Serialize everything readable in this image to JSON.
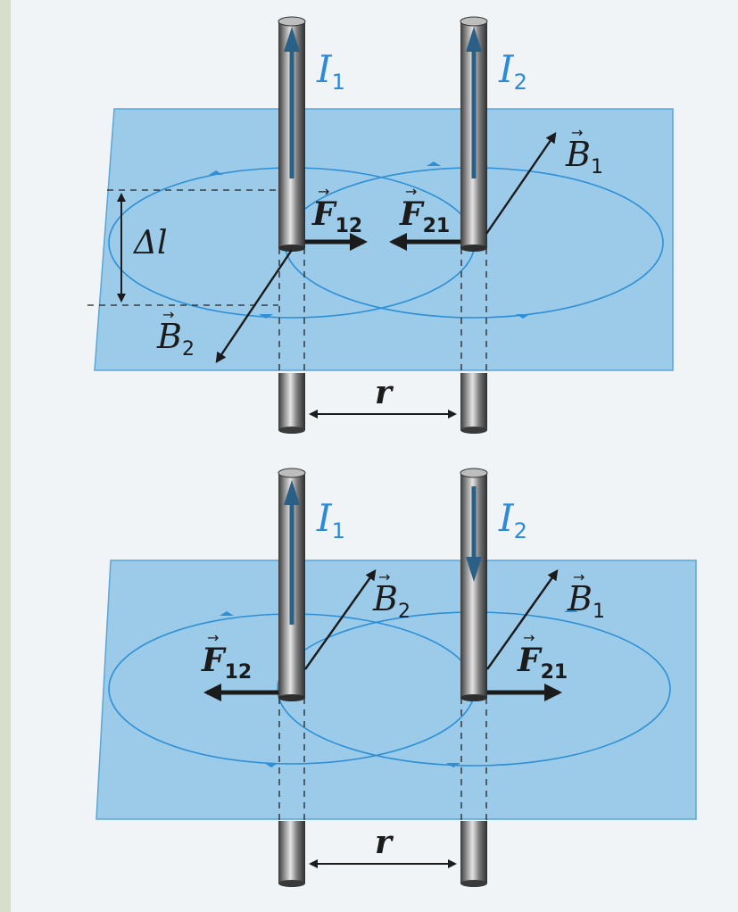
{
  "colors": {
    "page_bg": "#d7dfcc",
    "paper": "#f1f4f6",
    "plane_fill": "#9ccbea",
    "plane_edge": "#5aa6d6",
    "field_line": "#2d8fd6",
    "current_label": "#2b8bd8",
    "current_arrow": "#2a5f86",
    "vector": "#1b1b1b"
  },
  "icons": {
    "conductor": "metal-rod-icon",
    "current_arrow": "arrow-up-icon"
  },
  "top_figure": {
    "current_1": {
      "letter": "I",
      "sub": "1",
      "direction": "up"
    },
    "current_2": {
      "letter": "I",
      "sub": "2",
      "direction": "up"
    },
    "force_12": {
      "letter": "F",
      "sub": "12",
      "direction": "toward-conductor-2"
    },
    "force_21": {
      "letter": "F",
      "sub": "21",
      "direction": "toward-conductor-1"
    },
    "field_1": {
      "letter": "B",
      "sub": "1"
    },
    "field_2": {
      "letter": "B",
      "sub": "2"
    },
    "length": {
      "text": "Δl"
    },
    "distance": {
      "text": "r"
    }
  },
  "bottom_figure": {
    "current_1": {
      "letter": "I",
      "sub": "1",
      "direction": "up"
    },
    "current_2": {
      "letter": "I",
      "sub": "2",
      "direction": "down"
    },
    "force_12": {
      "letter": "F",
      "sub": "12",
      "direction": "away"
    },
    "force_21": {
      "letter": "F",
      "sub": "21",
      "direction": "away"
    },
    "field_1": {
      "letter": "B",
      "sub": "1"
    },
    "field_2": {
      "letter": "B",
      "sub": "2"
    },
    "distance": {
      "text": "r"
    }
  }
}
